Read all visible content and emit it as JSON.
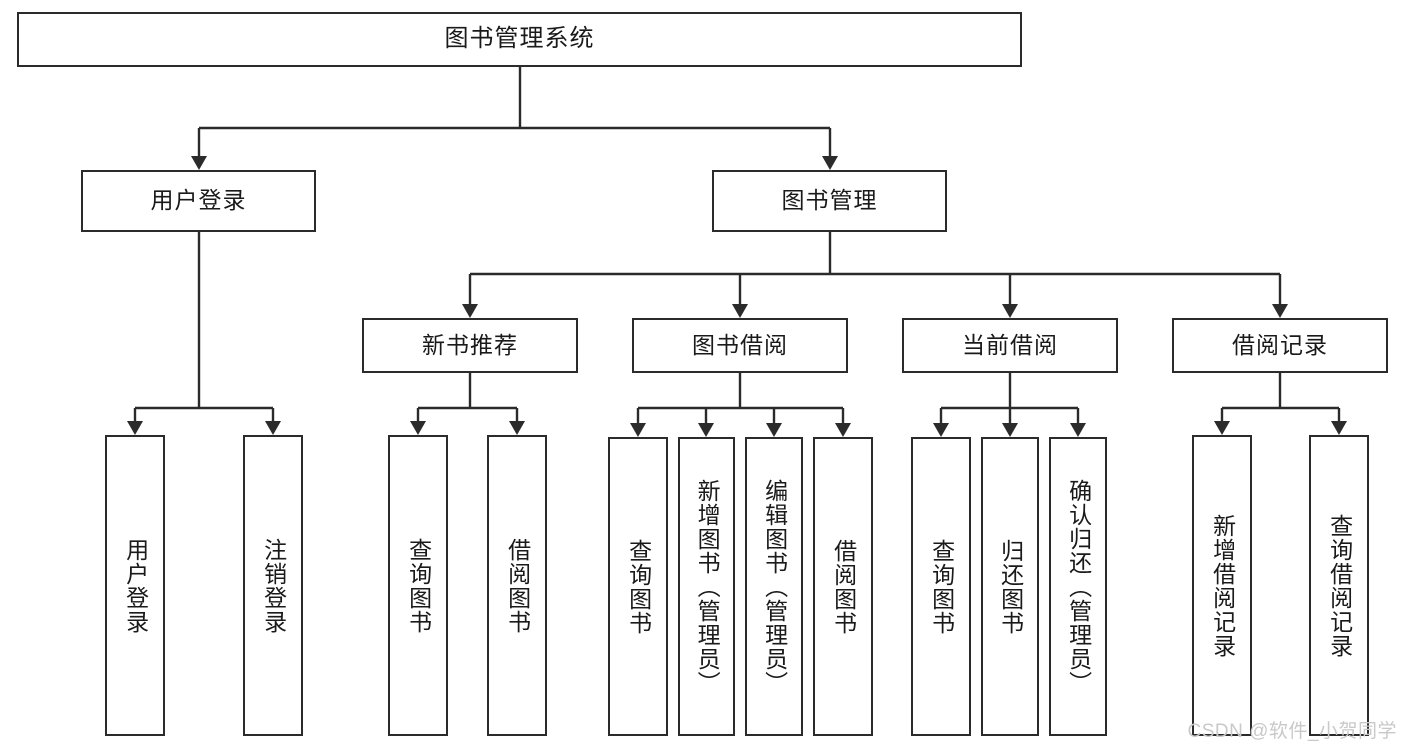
{
  "diagram": {
    "title": "图书管理系统",
    "watermark": "CSDN @软件_小贺同学",
    "accent_color": "#2b2b2b",
    "background_color": "#ffffff",
    "nodes": {
      "root": "图书管理系统",
      "level2": {
        "user_login": "用户登录",
        "book_manage": "图书管理"
      },
      "level3": {
        "new_book_rec": "新书推荐",
        "book_borrow": "图书借阅",
        "current_borrow": "当前借阅",
        "borrow_record": "借阅记录"
      },
      "leaves": {
        "user_login_1": "用户登录",
        "user_login_2": "注销登录",
        "new_book_1": "查询图书",
        "new_book_2": "借阅图书",
        "borrow_1": "查询图书",
        "borrow_2": "新增图书（管理员）",
        "borrow_3": "编辑图书（管理员）",
        "borrow_4": "借阅图书",
        "current_1": "查询图书",
        "current_2": "归还图书",
        "current_3": "确认归还（管理员）",
        "record_1": "新增借阅记录",
        "record_2": "查询借阅记录"
      }
    }
  }
}
